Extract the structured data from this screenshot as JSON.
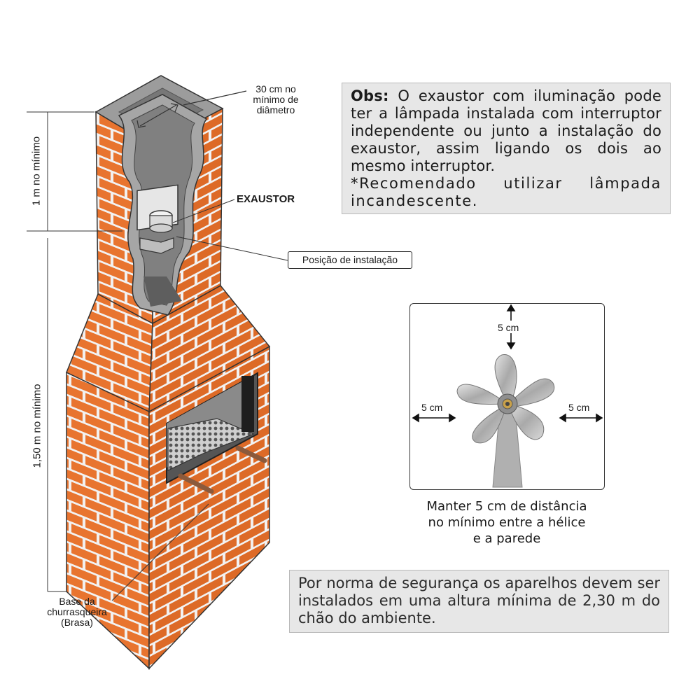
{
  "labels": {
    "diameter": [
      "30 cm no",
      "mínimo de",
      "diâmetro"
    ],
    "exaustor": "EXAUSTOR",
    "position": "Posição de instalação",
    "height_top": "1 m no mínimo",
    "height_bottom": "1,50 m no mínimo",
    "base": [
      "Base da",
      "churrasqueira",
      "(Brasa)"
    ]
  },
  "obs": {
    "prefix": "Obs:",
    "text": " O exaustor com iluminação pode ter a lâmpada instalada com interruptor independente ou junto a instalação do exaustor, assim ligando os dois ao mesmo interruptor.",
    "recommend": "*Recomendado utilizar lâmpada incandescente."
  },
  "fan": {
    "top": "5 cm",
    "left": "5 cm",
    "right": "5 cm"
  },
  "caption": [
    "Manter 5 cm de distância",
    "no mínimo entre a hélice",
    "e a parede"
  ],
  "norma": "Por norma de segurança os aparelhos devem ser instalados em uma altura mínima de 2,30 m do chão do ambiente.",
  "colors": {
    "brick": "#e8742f",
    "mortar": "#f4f4f4",
    "concrete": "#9c9c9c",
    "note_bg": "#e7e7e7"
  }
}
